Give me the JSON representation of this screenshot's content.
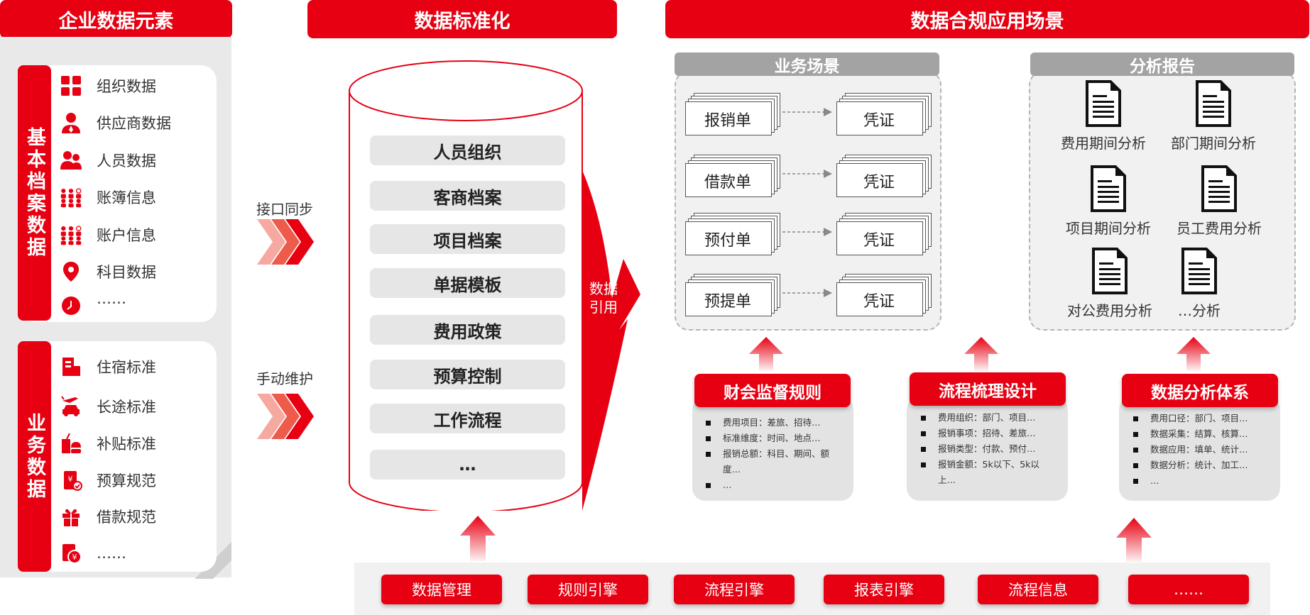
{
  "headers": {
    "left": "企业数据元素",
    "middle": "数据标准化",
    "right": "数据合规应用场景"
  },
  "basic": {
    "title": "基本档案数据",
    "items": [
      "组织数据",
      "供应商数据",
      "人员数据",
      "账簿信息",
      "账户信息",
      "科目数据",
      "……"
    ]
  },
  "business": {
    "title": "业务数据",
    "items": [
      "住宿标准",
      "长途标准",
      "补贴标准",
      "预算规范",
      "借款规范",
      "……"
    ]
  },
  "sync": {
    "interface": "接口同步",
    "manual": "手动维护"
  },
  "cylinder": {
    "items": [
      "人员组织",
      "客商档案",
      "项目档案",
      "单据模板",
      "费用政策",
      "预算控制",
      "工作流程",
      "…"
    ]
  },
  "reference": {
    "line1": "数据",
    "line2": "引用"
  },
  "scenes": {
    "title": "业务场景",
    "rows": [
      {
        "left": "报销单",
        "right": "凭证"
      },
      {
        "left": "借款单",
        "right": "凭证"
      },
      {
        "left": "预付单",
        "right": "凭证"
      },
      {
        "left": "预提单",
        "right": "凭证"
      }
    ]
  },
  "reports": {
    "title": "分析报告",
    "items": [
      "费用期间分析",
      "部门期间分析",
      "项目期间分析",
      "员工费用分析",
      "对公费用分析",
      "…分析"
    ]
  },
  "rules": [
    {
      "title": "财会监督规则",
      "bullets": [
        "费用项目：差旅、招待…",
        "标准维度：时间、地点…",
        "报销总额：科目、期间、额度…",
        "…"
      ]
    },
    {
      "title": "流程梳理设计",
      "bullets": [
        "费用组织：部门、项目…",
        "报销事项：招待、差旅…",
        "报销类型：付款、预付…",
        "报销金额：5k以下、5k以上…"
      ]
    },
    {
      "title": "数据分析体系",
      "bullets": [
        "费用口径：部门、项目…",
        "数据采集：结算、核算…",
        "数据应用：填单、统计…",
        "数据分析：统计、加工…",
        "…"
      ]
    }
  ],
  "bottom": [
    "数据管理",
    "规则引擎",
    "流程引擎",
    "报表引擎",
    "流程信息",
    "……"
  ],
  "colors": {
    "accent": "#e60012",
    "gray": "#a3a3a3",
    "panel": "#e9e9e9"
  }
}
